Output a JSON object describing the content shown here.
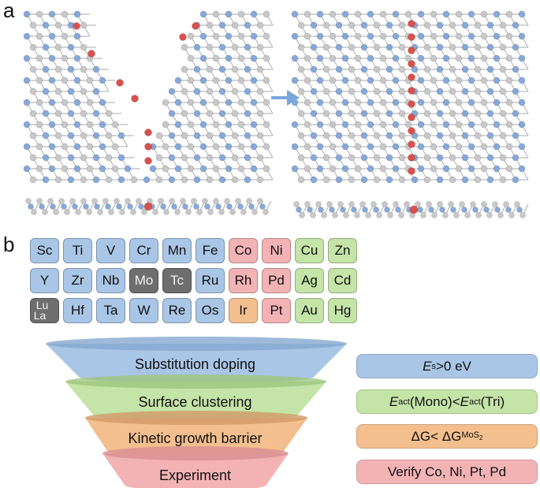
{
  "panels": {
    "a": "a",
    "b": "b"
  },
  "periodic_table": {
    "rows": [
      [
        {
          "symbol": "Sc",
          "group": "blue"
        },
        {
          "symbol": "Ti",
          "group": "blue"
        },
        {
          "symbol": "V",
          "group": "blue"
        },
        {
          "symbol": "Cr",
          "group": "blue"
        },
        {
          "symbol": "Mn",
          "group": "blue"
        },
        {
          "symbol": "Fe",
          "group": "blue"
        },
        {
          "symbol": "Co",
          "group": "red"
        },
        {
          "symbol": "Ni",
          "group": "red"
        },
        {
          "symbol": "Cu",
          "group": "green"
        },
        {
          "symbol": "Zn",
          "group": "green"
        }
      ],
      [
        {
          "symbol": "Y",
          "group": "blue"
        },
        {
          "symbol": "Zr",
          "group": "blue"
        },
        {
          "symbol": "Nb",
          "group": "blue"
        },
        {
          "symbol": "Mo",
          "group": "gray"
        },
        {
          "symbol": "Tc",
          "group": "gray"
        },
        {
          "symbol": "Ru",
          "group": "blue"
        },
        {
          "symbol": "Rh",
          "group": "red"
        },
        {
          "symbol": "Pd",
          "group": "red"
        },
        {
          "symbol": "Ag",
          "group": "green"
        },
        {
          "symbol": "Cd",
          "group": "green"
        }
      ],
      [
        {
          "symbol": "Lu",
          "symbol2": "La",
          "group": "gray"
        },
        {
          "symbol": "Hf",
          "group": "blue"
        },
        {
          "symbol": "Ta",
          "group": "blue"
        },
        {
          "symbol": "W",
          "group": "blue"
        },
        {
          "symbol": "Re",
          "group": "blue"
        },
        {
          "symbol": "Os",
          "group": "blue"
        },
        {
          "symbol": "Ir",
          "group": "orange"
        },
        {
          "symbol": "Pt",
          "group": "red"
        },
        {
          "symbol": "Au",
          "group": "green"
        },
        {
          "symbol": "Hg",
          "group": "green"
        }
      ]
    ]
  },
  "funnel": {
    "stages": [
      "Substitution doping",
      "Surface clustering",
      "Kinetic growth barrier",
      "Experiment"
    ]
  },
  "criteria": {
    "c1": {
      "main": "E",
      "sub": "s",
      "rest": ">0 eV"
    },
    "c2": {
      "a": "E",
      "a_sub": "act",
      "b": "(Mono)<",
      "c": "E",
      "c_sub": "act",
      "d": "(Tri)"
    },
    "c3": {
      "a": "ΔG< ΔG",
      "sub": "MoS",
      "subsub": "2"
    },
    "c4": "Verify Co, Ni, Pt, Pd"
  },
  "colors": {
    "blue": "#a9c6e6",
    "red": "#f3b3b5",
    "green": "#c5e4a8",
    "orange": "#f3bf8e",
    "gray": "#6e6e6e",
    "atom_blue": "#86a9da",
    "atom_gray": "#c8c8c8",
    "atom_red": "#d9504c"
  }
}
